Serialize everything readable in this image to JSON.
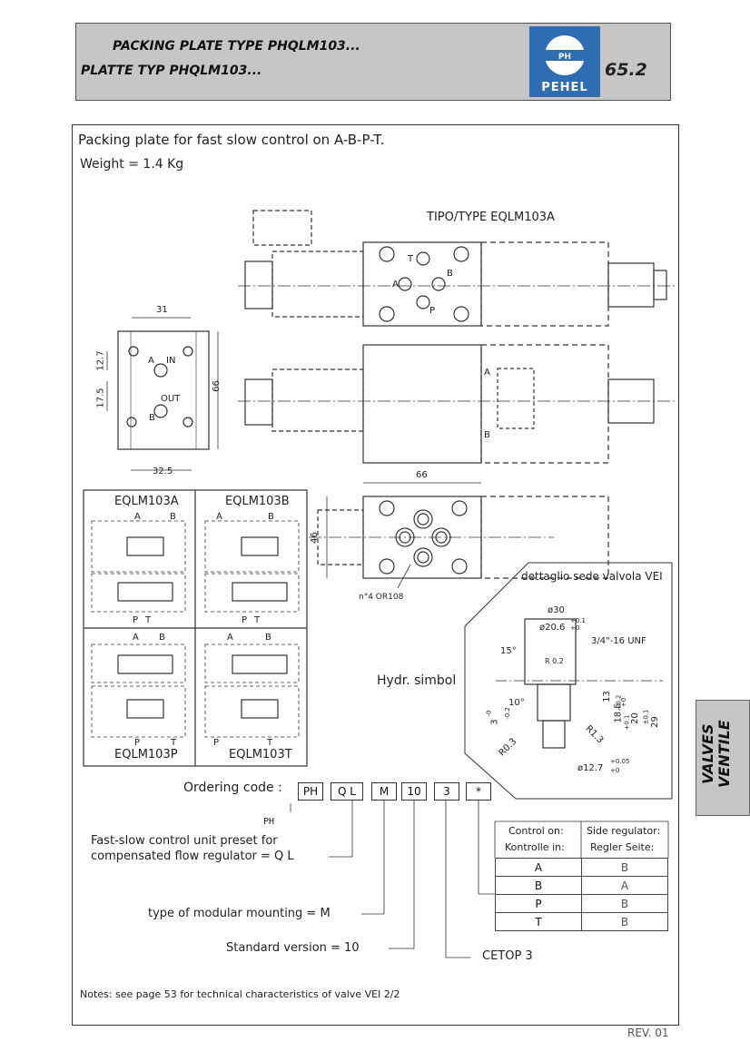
{
  "header": {
    "title_line1": "PACKING PLATE TYPE PHQLM103...",
    "title_line2": "PLATTE TYP PHQLM103...",
    "logo_initials": "PH",
    "logo_word": "PEHEL",
    "page_number": "65.2"
  },
  "main": {
    "title": "Packing plate for fast slow control on A-B-P-T.",
    "weight": "Weight = 1.4 Kg"
  },
  "drawings": {
    "type_label": "TIPO/TYPE EQLM103A",
    "plate_dims": {
      "width": "31",
      "height": "66",
      "bottom": "32.5",
      "top_offset": "12.7",
      "mid_offset": "17.5"
    },
    "plate_labels": {
      "a": "A",
      "in": "IN",
      "out": "OUT",
      "b": "B"
    },
    "port_labels": {
      "t": "T",
      "a": "A",
      "b": "B",
      "p": "P"
    },
    "side_labels": {
      "a": "A",
      "b": "B"
    },
    "bottom_view": {
      "width": "66",
      "height": "46",
      "oring": "n°4 OR108"
    }
  },
  "detail": {
    "title": "dettaglio sede valvola VEI",
    "dims": {
      "d30": "ø30",
      "d20_6": "ø20.6",
      "d20_6_tol_up": "+0.1",
      "d20_6_tol_dn": "+0",
      "thread": "3/4\"-16 UNF",
      "angle15": "15°",
      "r02": "R 0.2",
      "d13": "13",
      "d13_tol_up": "+0.2",
      "d13_tol_dn": "+0",
      "d18_5": "18.5",
      "d18_5_tol": "+0.1",
      "d20": "20",
      "d20_tol": "±0.1",
      "d29": "29",
      "d3": "3",
      "d3_tol_up": "-0",
      "d3_tol_dn": "-0.2",
      "angle10": "10°",
      "r03": "R0.3",
      "r13": "R1.3",
      "d12_7": "ø12.7",
      "d12_7_tol_up": "+0.05",
      "d12_7_tol_dn": "+0"
    }
  },
  "symbols": {
    "caption": "Hydr. simbol",
    "cells": [
      {
        "name": "EQLM103A",
        "top": {
          "a": "A",
          "b": "B"
        },
        "bottom": {
          "p": "P",
          "t": "T"
        }
      },
      {
        "name": "EQLM103B",
        "top": {
          "a": "A",
          "b": "B"
        },
        "bottom": {
          "p": "P",
          "t": "T"
        }
      },
      {
        "name": "EQLM103P",
        "top": {
          "a": "A",
          "b": "B"
        },
        "bottom": {
          "p": "P",
          "t": "T"
        }
      },
      {
        "name": "EQLM103T",
        "top": {
          "a": "A",
          "b": "B"
        },
        "bottom": {
          "p": "P",
          "t": "T"
        }
      }
    ]
  },
  "ordering": {
    "label": "Ordering code :",
    "codes": [
      "PH",
      "Q L",
      "M",
      "10",
      "3",
      "*"
    ],
    "ph_note": "PH",
    "ql_line1": "Fast-slow control unit preset for",
    "ql_line2": "compensated flow regulator = Q L",
    "m_line": "type of modular mounting = M",
    "std_line": "Standard version = 10",
    "cetop": "CETOP 3"
  },
  "control_table": {
    "header_left_1": "Control on:",
    "header_left_2": "Kontrolle in:",
    "header_right_1": "Side regulator:",
    "header_right_2": "Regler Seite:",
    "rows": [
      {
        "on": "A",
        "side": "B"
      },
      {
        "on": "B",
        "side": "A"
      },
      {
        "on": "P",
        "side": "B"
      },
      {
        "on": "T",
        "side": "B"
      }
    ]
  },
  "notes": "Notes: see page 53 for technical characteristics of valve VEI 2/2",
  "side_tab": {
    "line1": "VALVES",
    "line2": "VENTILE"
  },
  "revision": "REV. 01"
}
